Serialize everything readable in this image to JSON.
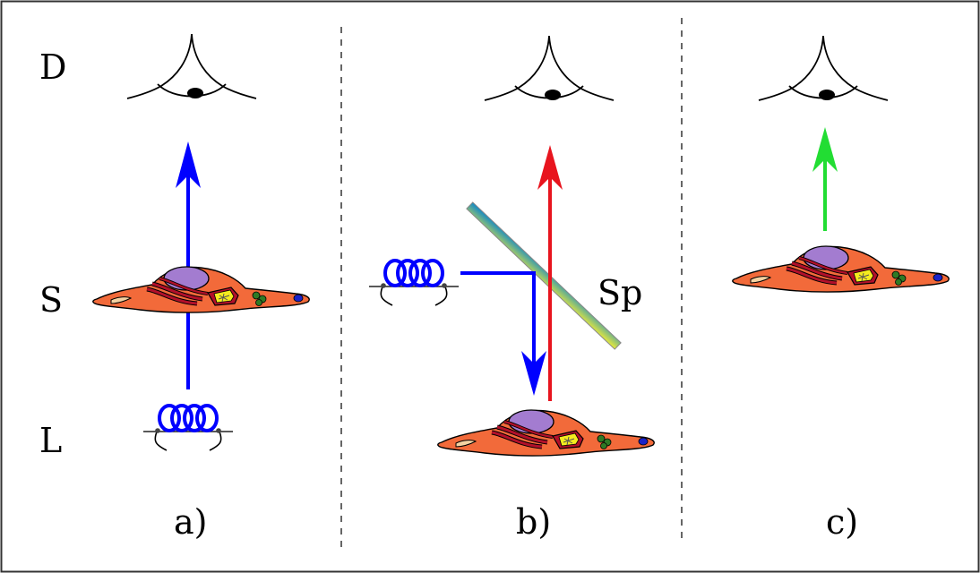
{
  "row_labels": {
    "detector": "D",
    "sample": "S",
    "light_source": "L"
  },
  "panel_labels": [
    "a)",
    "b)",
    "c)"
  ],
  "splitter_label": "Sp",
  "colors": {
    "excitation": "#0000ff",
    "emission_red": "#e8141e",
    "emission_green": "#22dd33",
    "cell_body": "#f26a3a",
    "nucleus": "#a37cd0",
    "organelle_red": "#b2102a",
    "organelle_yellow": "#f5ec1e",
    "organelle_green": "#2f7a25",
    "organelle_blue": "#1a22c8",
    "splitter_start": "#0f87c9",
    "splitter_end": "#eaea3a"
  }
}
